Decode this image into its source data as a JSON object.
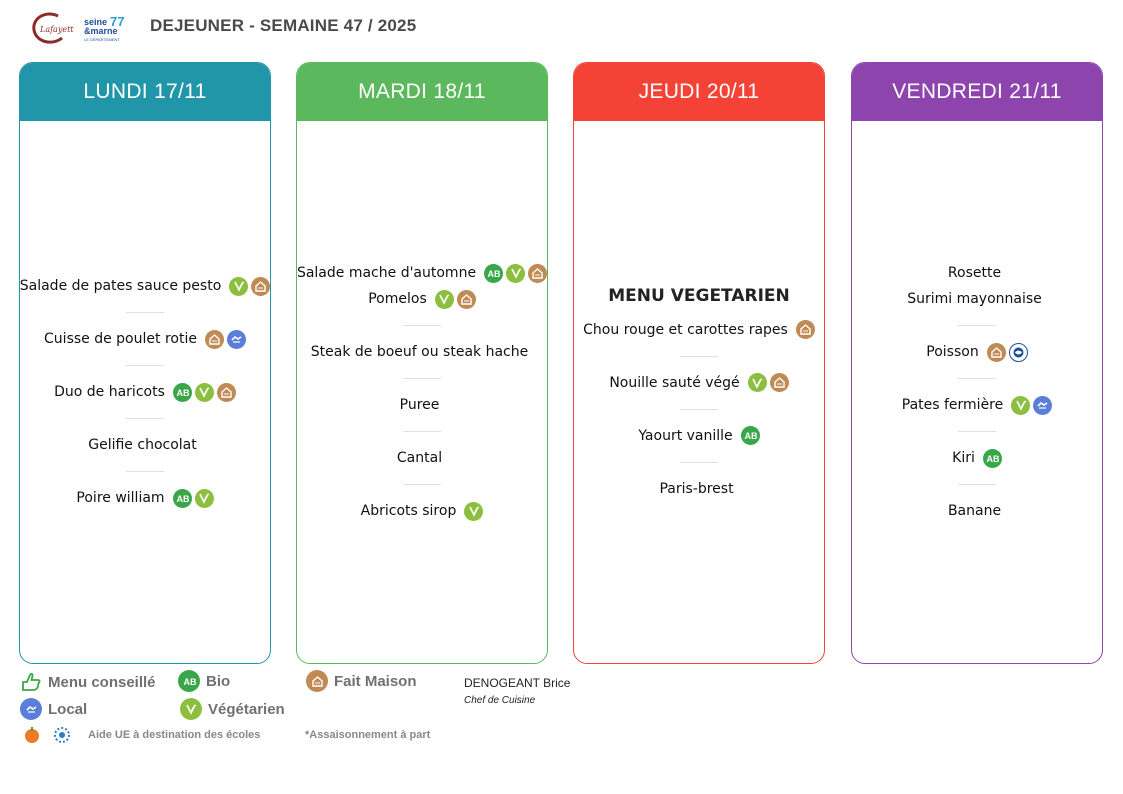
{
  "header": {
    "title": "DEJEUNER - SEMAINE 47 / 2025",
    "logo_left": "Lafayette",
    "logo_right": "seine & marne"
  },
  "days": [
    {
      "label": "LUNDI 17/11",
      "color": "#2196a8",
      "items": [
        {
          "name": "Salade de pates sauce pesto",
          "icons": [
            "vegetarien",
            "fait-maison"
          ]
        },
        {
          "name": "Cuisse de poulet rotie",
          "icons": [
            "fait-maison",
            "local"
          ]
        },
        {
          "name": "Duo de haricots",
          "icons": [
            "bio",
            "vegetarien",
            "fait-maison"
          ]
        },
        {
          "name": "Gelifie chocolat",
          "icons": []
        },
        {
          "name": "Poire william",
          "icons": [
            "bio",
            "vegetarien"
          ]
        }
      ]
    },
    {
      "label": "MARDI 18/11",
      "color": "#5cb85c",
      "items": [
        {
          "name": "Salade mache d'automne",
          "icons": [
            "bio",
            "vegetarien",
            "fait-maison"
          ]
        },
        {
          "name": "Pomelos",
          "icons": [
            "vegetarien",
            "fait-maison"
          ]
        },
        {
          "name": "Steak de boeuf ou steak hache",
          "icons": []
        },
        {
          "name": "Puree",
          "icons": []
        },
        {
          "name": "Cantal",
          "icons": []
        },
        {
          "name": "Abricots sirop",
          "icons": [
            "vegetarien"
          ]
        }
      ]
    },
    {
      "label": "JEUDI 20/11",
      "color": "#f44336",
      "subtitle": "MENU VEGETARIEN",
      "items": [
        {
          "name": "Chou rouge et carottes rapes",
          "icons": [
            "fait-maison"
          ]
        },
        {
          "name": "Nouille sauté végé",
          "icons": [
            "vegetarien",
            "fait-maison"
          ]
        },
        {
          "name": "Yaourt vanille",
          "icons": [
            "bio"
          ]
        },
        {
          "name": "Paris-brest",
          "icons": []
        }
      ]
    },
    {
      "label": "VENDREDI 21/11",
      "color": "#8e44ad",
      "items": [
        {
          "name": "Rosette",
          "icons": []
        },
        {
          "name": "Surimi mayonnaise",
          "icons": []
        },
        {
          "name": "Poisson",
          "icons": [
            "fait-maison",
            "msc"
          ]
        },
        {
          "name": "Pates fermière",
          "icons": [
            "vegetarien",
            "local"
          ]
        },
        {
          "name": "Kiri",
          "icons": [
            "bio"
          ]
        },
        {
          "name": "Banane",
          "icons": []
        }
      ]
    }
  ],
  "legend": {
    "menu_conseille": "Menu conseillé",
    "bio": "Bio",
    "fait_maison": "Fait Maison",
    "local": "Local",
    "vegetarien": "Végétarien",
    "aide_ue": "Aide UE à destination des écoles",
    "assaisonnement": "*Assaisonnement à part"
  },
  "chef": {
    "name": "DENOGEANT Brice",
    "role": "Chef de Cuisine"
  }
}
